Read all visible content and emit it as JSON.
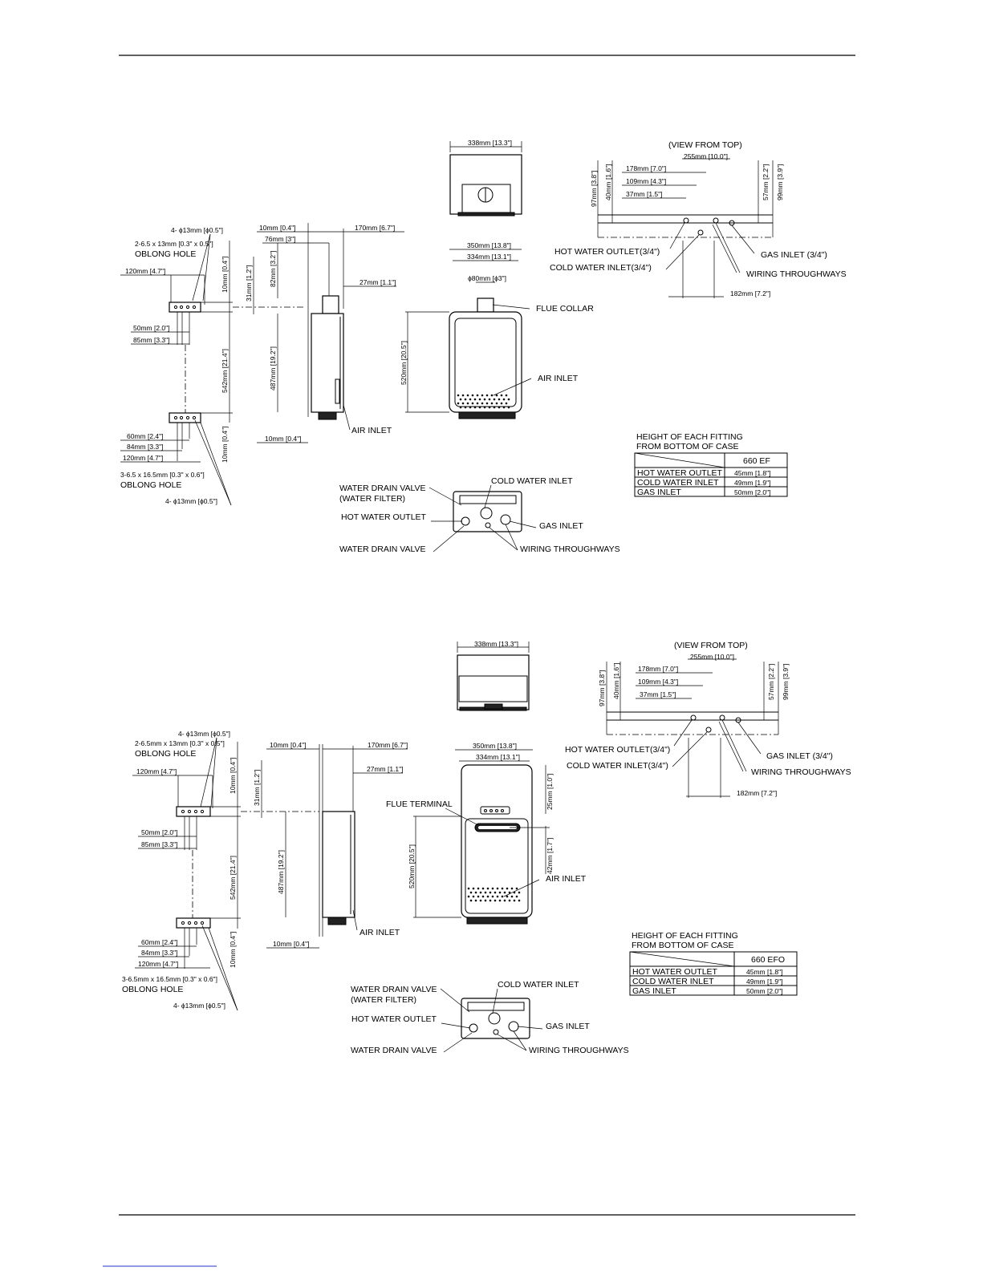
{
  "diagrams": [
    {
      "view_from_top": "(VIEW FROM TOP)",
      "top_dims": {
        "width": "338mm [13.3\"]",
        "d255": "255mm [10.0\"]",
        "d178": "178mm [7.0\"]",
        "d109": "109mm [4.3\"]",
        "d37": "37mm [1.5\"]",
        "d97": "97mm [3.8\"]",
        "d40": "40mm [1.6\"]",
        "d57": "57mm [2.2\"]",
        "d99": "99mm [3.9\"]",
        "d182": "182mm [7.2\"]"
      },
      "top_labels": {
        "hot_outlet": "HOT WATER OUTLET(3/4\")",
        "cold_inlet": "COLD WATER INLET(3/4\")",
        "gas_inlet": "GAS INLET (3/4\")",
        "wiring": "WIRING THROUGHWAYS"
      },
      "bracket": {
        "holes_top": "4- ϕ13mm [ϕ0.5\"]",
        "oblong_top": "2-6.5 x 13mm [0.3\" x 0.5\"]",
        "oblong_hole_top": "OBLONG HOLE",
        "d120_top": "120mm [4.7\"]",
        "d10_top": "10mm [0.4\"]",
        "d50": "50mm [2.0\"]",
        "d85": "85mm [3.3\"]",
        "d542": "542mm [21.4\"]",
        "d60": "60mm [2.4\"]",
        "d84": "84mm [3.3\"]",
        "d120_bot": "120mm [4.7\"]",
        "d10_bot": "10mm [0.4\"]",
        "oblong_bot": "3-6.5 x 16.5mm [0.3\" x 0.6\"]",
        "oblong_hole_bot": "OBLONG HOLE",
        "holes_bot": "4- ϕ13mm [ϕ0.5\"]"
      },
      "side": {
        "d10_top": "10mm [0.4\"]",
        "d170": "170mm [6.7\"]",
        "d76": "76mm [3\"]",
        "d82": "82mm [3.2\"]",
        "d31": "31mm [1.2\"]",
        "d27": "27mm [1.1\"]",
        "d487": "487mm [19.2\"]",
        "d10_bot": "10mm [0.4\"]",
        "air_inlet": "AIR INLET"
      },
      "front": {
        "d350": "350mm [13.8\"]",
        "d334": "334mm [13.1\"]",
        "d80": "ϕ80mm [ϕ3\"]",
        "flue_collar": "FLUE COLLAR",
        "d520": "520mm [20.5\"]",
        "air_inlet": "AIR INLET"
      },
      "bottom": {
        "drain_filter": "WATER DRAIN VALVE",
        "drain_filter2": "(WATER FILTER)",
        "cold_inlet": "COLD WATER INLET",
        "hot_outlet": "HOT WATER OUTLET",
        "gas_inlet": "GAS INLET",
        "drain_valve": "WATER DRAIN VALVE",
        "wiring": "WIRING THROUGHWAYS"
      },
      "table": {
        "title1": "HEIGHT OF EACH FITTING",
        "title2": "FROM BOTTOM OF CASE",
        "model": "660 EF",
        "rows": [
          {
            "name": "HOT WATER OUTLET",
            "value": "45mm [1.8\"]"
          },
          {
            "name": "COLD WATER INLET",
            "value": "49mm [1.9\"]"
          },
          {
            "name": "GAS INLET",
            "value": "50mm [2.0\"]"
          }
        ]
      }
    },
    {
      "view_from_top": "(VIEW FROM TOP)",
      "top_dims": {
        "width": "338mm [13.3\"]",
        "d255": "255mm [10.0\"]",
        "d178": "178mm [7.0\"]",
        "d109": "109mm [4.3\"]",
        "d37": "37mm [1.5\"]",
        "d97": "97mm [3.8\"]",
        "d40": "40mm [1.6\"]",
        "d57": "57mm [2.2\"]",
        "d99": "99mm [3.9\"]",
        "d182": "182mm [7.2\"]"
      },
      "top_labels": {
        "hot_outlet": "HOT WATER OUTLET(3/4\")",
        "cold_inlet": "COLD WATER INLET(3/4\")",
        "gas_inlet": "GAS INLET (3/4\")",
        "wiring": "WIRING THROUGHWAYS"
      },
      "bracket": {
        "holes_top": "4- ϕ13mm [ϕ0.5\"]",
        "oblong_top": "2-6.5mm x 13mm [0.3\" x 0.5\"]",
        "oblong_hole_top": "OBLONG HOLE",
        "d120_top": "120mm [4.7\"]",
        "d10_top": "10mm [0.4\"]",
        "d50": "50mm [2.0\"]",
        "d85": "85mm [3.3\"]",
        "d542": "542mm [21.4\"]",
        "d60": "60mm [2.4\"]",
        "d84": "84mm [3.3\"]",
        "d120_bot": "120mm [4.7\"]",
        "d10_bot": "10mm [0.4\"]",
        "oblong_bot": "3-6.5mm x 16.5mm [0.3\" x 0.6\"]",
        "oblong_hole_bot": "OBLONG HOLE",
        "holes_bot": "4- ϕ13mm [ϕ0.5\"]"
      },
      "side": {
        "d10_top": "10mm [0.4\"]",
        "d170": "170mm [6.7\"]",
        "d31": "31mm [1.2\"]",
        "d27": "27mm [1.1\"]",
        "d487": "487mm [19.2\"]",
        "d10_bot": "10mm [0.4\"]",
        "air_inlet": "AIR INLET"
      },
      "front": {
        "d350": "350mm [13.8\"]",
        "d334": "334mm [13.1\"]",
        "flue_terminal": "FLUE TERMINAL",
        "d25": "25mm [1.0\"]",
        "d42": "42mm [1.7\"]",
        "d520": "520mm [20.5\"]",
        "air_inlet": "AIR INLET"
      },
      "bottom": {
        "drain_filter": "WATER DRAIN VALVE",
        "drain_filter2": "(WATER FILTER)",
        "cold_inlet": "COLD WATER INLET",
        "hot_outlet": "HOT WATER OUTLET",
        "gas_inlet": "GAS INLET",
        "drain_valve": "WATER DRAIN VALVE",
        "wiring": "WIRING THROUGHWAYS"
      },
      "table": {
        "title1": "HEIGHT OF EACH FITTING",
        "title2": "FROM BOTTOM OF CASE",
        "model": "660 EFO",
        "rows": [
          {
            "name": "HOT WATER OUTLET",
            "value": "45mm [1.8\"]"
          },
          {
            "name": "COLD WATER INLET",
            "value": "49mm [1.9\"]"
          },
          {
            "name": "GAS INLET",
            "value": "50mm [2.0\"]"
          }
        ]
      }
    }
  ]
}
